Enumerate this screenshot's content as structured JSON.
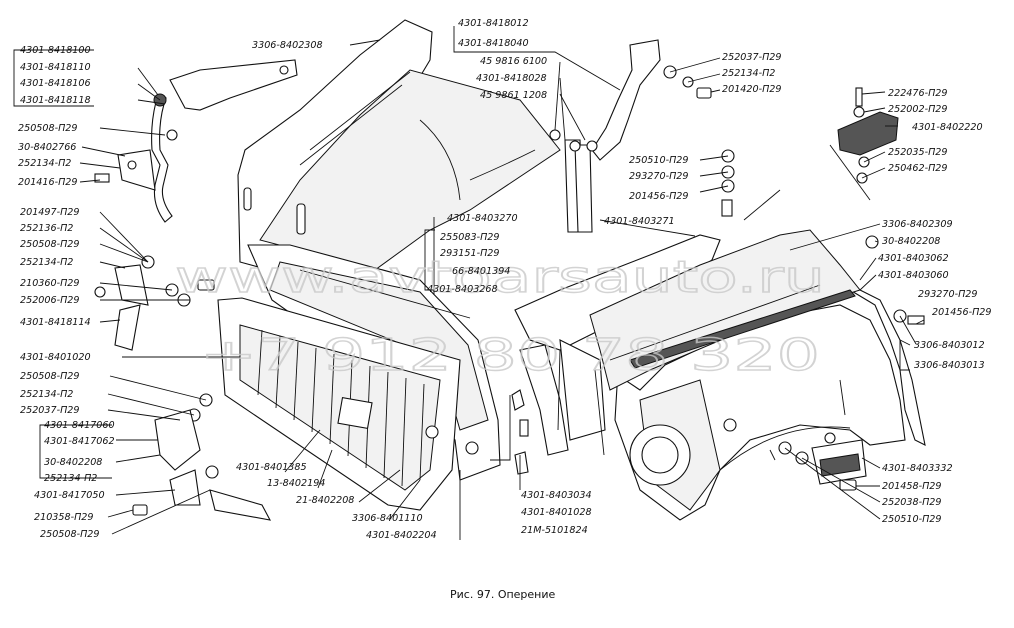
{
  "caption": "Рис. 97. Оперение",
  "watermark": {
    "site": "www.avtoarsauto.ru",
    "phone": "+7 912 80 78 320"
  },
  "labels": [
    "4301-8418100",
    "4301-8418110",
    "4301-8418106",
    "4301-8418118",
    "250508-П29",
    "30-8402766",
    "252134-П2",
    "201416-П29",
    "201497-П29",
    "252136-П2",
    "250508-П29",
    "252134-П2",
    "210360-П29",
    "252006-П29",
    "4301-8418114",
    "4301-8401020",
    "250508-П29",
    "252134-П2",
    "252037-П29",
    "4301-8417060",
    "4301-8417062",
    "30-8402208",
    "252134-П2",
    "4301-8417050",
    "210358-П29",
    "250508-П29",
    "3306-8402308",
    "4301-8418012",
    "4301-8418040",
    "45 9816 6100",
    "4301-8418028",
    "45 9861 1208",
    "4301-8403270",
    "255083-П29",
    "293151-П29",
    "66-8401394",
    "4301-8403268",
    "4301-8401385",
    "13-8402194",
    "21-8402208",
    "3306-8401110",
    "4301-8402204",
    "4301-8403034",
    "4301-8401028",
    "21М-5101824",
    "252037-П29",
    "252134-П2",
    "201420-П29",
    "250510-П29",
    "293270-П29",
    "201456-П29",
    "4301-8403271",
    "222476-П29",
    "252002-П29",
    "4301-8402220",
    "252035-П29",
    "250462-П29",
    "3306-8402309",
    "30-8402208",
    "4301-8403062",
    "4301-8403060",
    "293270-П29",
    "201456-П29",
    "3306-8403012",
    "3306-8403013",
    "4301-8403332",
    "201458-П29",
    "252038-П29",
    "250510-П29"
  ]
}
